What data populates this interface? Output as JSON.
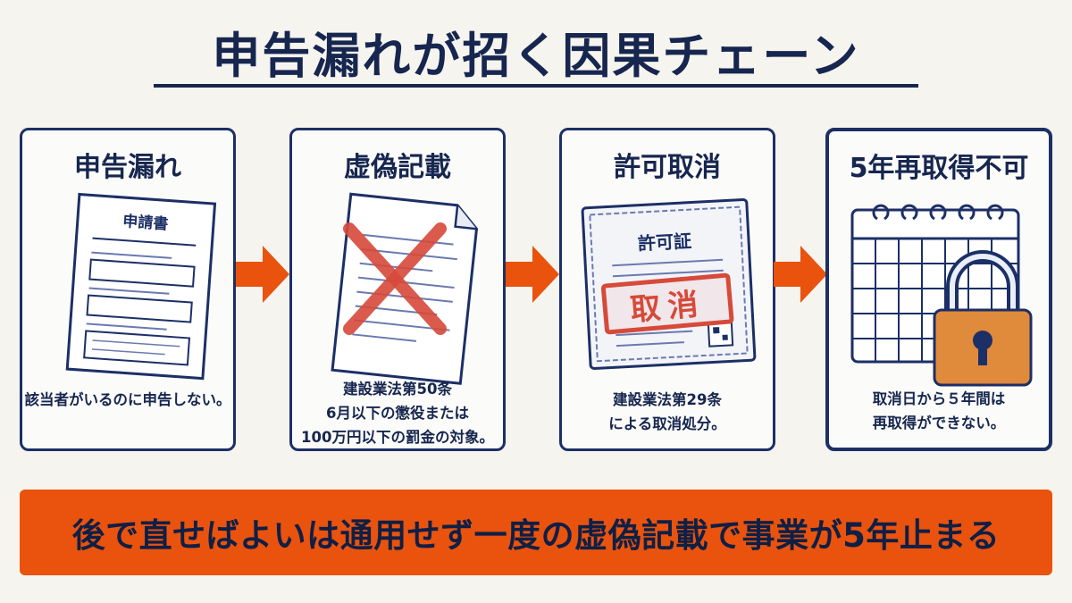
{
  "title": "申告漏れが招く因果チェーン",
  "steps": [
    {
      "title": "申告漏れ",
      "doc_label": "申請書",
      "description": "該当者がいるのに申告しない。"
    },
    {
      "title": "虚偽記載",
      "description": "建設業法第50条\n6月以下の懲役または\n100万円以下の罰金の対象。"
    },
    {
      "title": "許可取消",
      "doc_label": "許可証",
      "stamp": "取消",
      "description": "建設業法第29条\nによる取消処分。"
    },
    {
      "title": "5年再取得不可",
      "description": "取消日から５年間は\n再取得ができない。"
    }
  ],
  "banner": "後で直せばよいは通用せず一度の虚偽記載で事業が5年止まる",
  "colors": {
    "navy": "#16264f",
    "orange": "#e9530e",
    "red_stamp": "#d64a3a",
    "lock": "#e08a3c"
  },
  "icons": [
    "application-form-icon",
    "crossed-document-icon",
    "revoked-license-icon",
    "locked-calendar-icon",
    "arrow-right-icon"
  ]
}
